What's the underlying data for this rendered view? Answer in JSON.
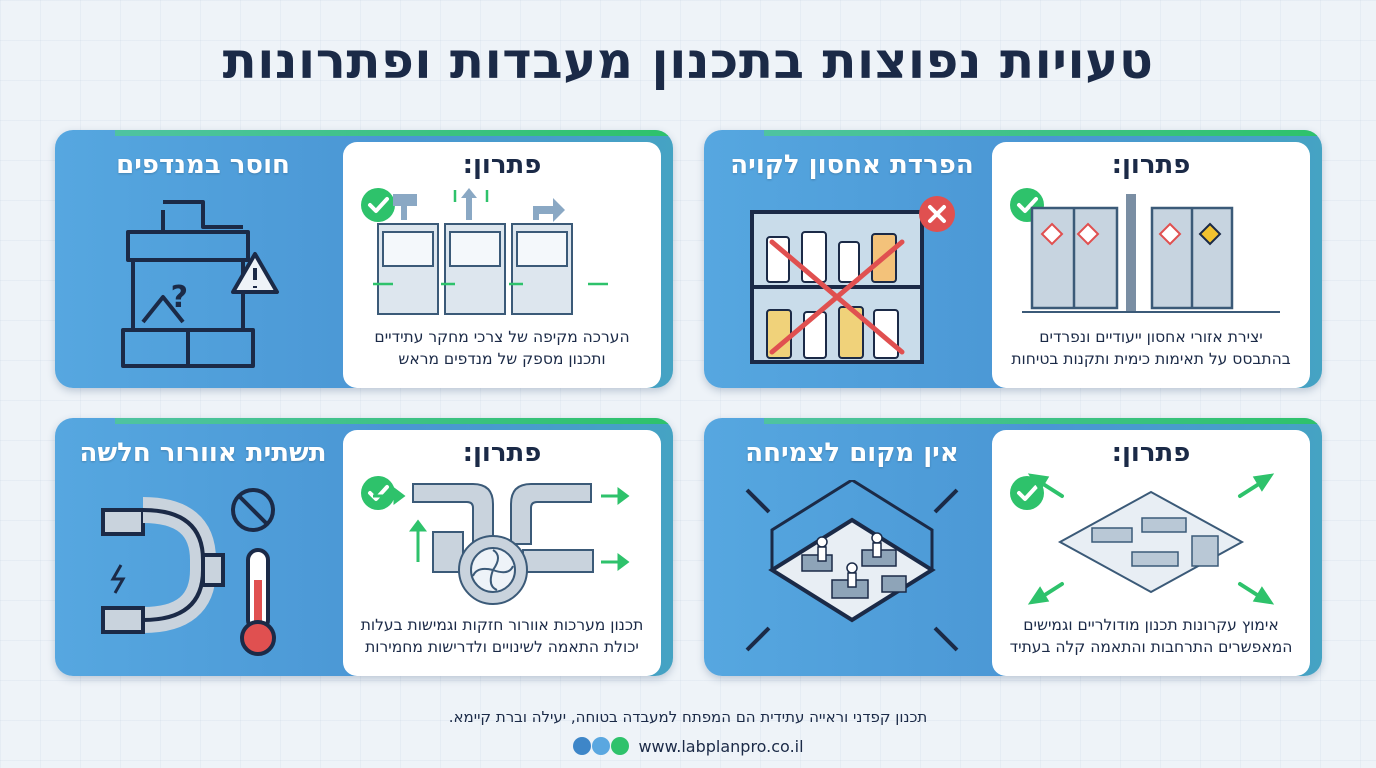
{
  "page": {
    "title": "טעויות נפוצות בתכנון מעבדות ופתרונות",
    "solution_label": "פתרון:"
  },
  "cards": [
    {
      "title": "חוסר במנדפים",
      "solution_line1": "הערכה מקיפה של צרכי מחקר עתידיים",
      "solution_line2": "ותכנון מספק של מנדפים מראש",
      "problem_icon": "fume-hood-warning-icon",
      "solution_icon": "fume-hoods-airflow-icon"
    },
    {
      "title": "הפרדת אחסון לקויה",
      "solution_line1": "יצירת אזורי אחסון ייעודיים ונפרדים",
      "solution_line2": "בהתבסס על תאימות כימית ותקנות בטיחות",
      "problem_icon": "mixed-chemical-shelf-icon",
      "solution_icon": "separated-cabinets-icon"
    },
    {
      "title": "תשתית אוורור חלשה",
      "solution_line1": "תכנון מערכות אוורור חזקות וגמישות בעלות",
      "solution_line2": "יכולת התאמה לשינויים ולדרישות מחמירות",
      "problem_icon": "leaking-duct-thermometer-icon",
      "solution_icon": "ventilation-fan-ducts-icon"
    },
    {
      "title": "אין מקום לצמיחה",
      "solution_line1": "אימוץ עקרונות תכנון מודולריים וגמישים",
      "solution_line2": "המאפשרים התרחבות והתאמה קלה בעתיד",
      "problem_icon": "crowded-lab-icon",
      "solution_icon": "expandable-lab-icon"
    }
  ],
  "footer": {
    "tagline": "תכנון קפדני וראייה עתידית הם המפתח למעבדה בטוחה, יעילה וברת קיימא.",
    "website": "www.labplanpro.co.il"
  },
  "colors": {
    "title": "#1b2a47",
    "card_blue": "#4a96d4",
    "accent_green": "#2ec26b",
    "warning_red": "#e05050"
  }
}
